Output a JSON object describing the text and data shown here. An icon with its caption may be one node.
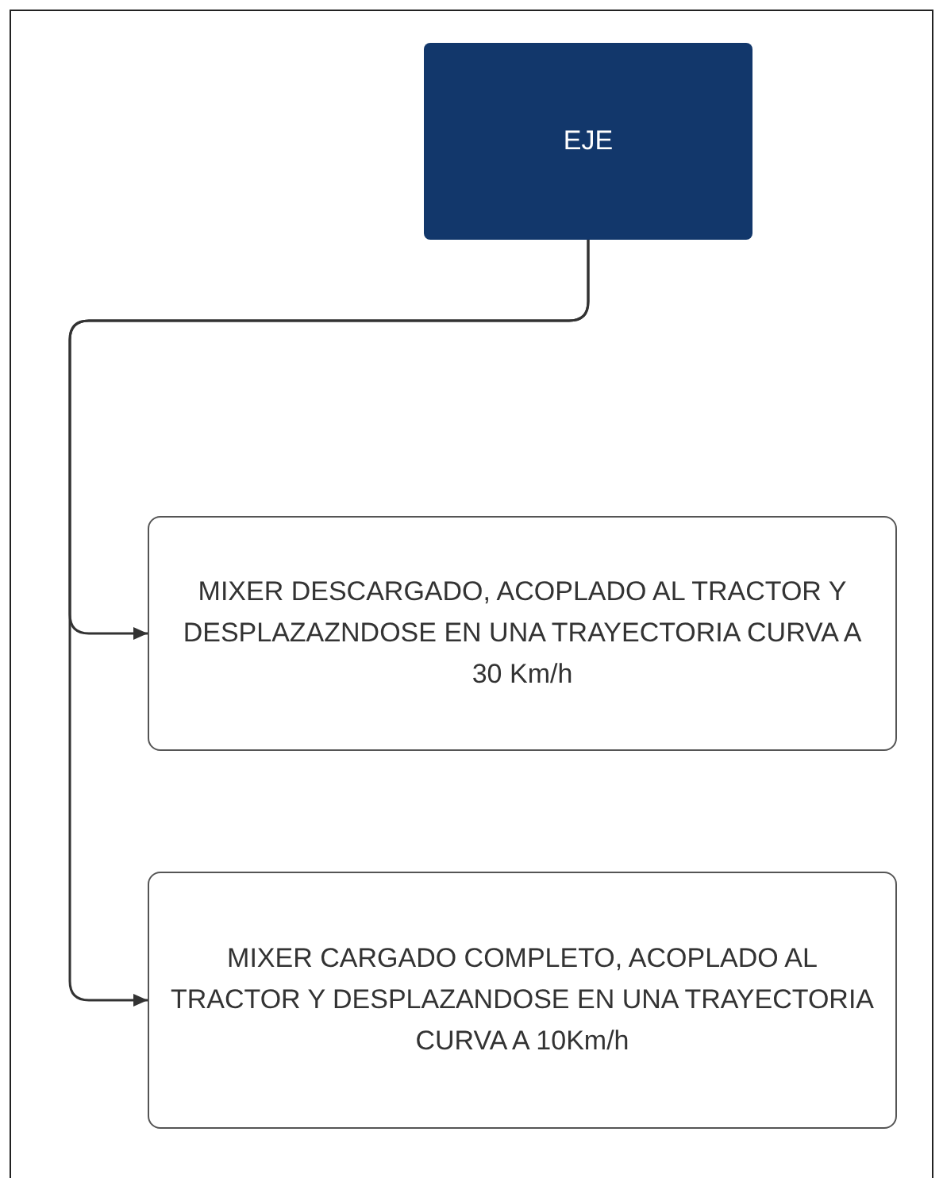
{
  "diagram": {
    "nodes": [
      {
        "text": [
          "EJE"
        ]
      },
      {
        "text": [
          "MIXER DESCARGADO, ACOPLADO AL TRACTOR Y DESPLAZAZNDOSE EN UNA TRAYECTORIA CURVA A 30 Km/h"
        ]
      },
      {
        "text": [
          "MIXER CARGADO COMPLETO, ACOPLADO AL TRACTOR Y DESPLAZANDOSE EN UNA TRAYECTORIA CURVA A 10Km/h"
        ]
      }
    ],
    "edges": [
      {
        "from": 0,
        "to": 1,
        "arrow": "to"
      },
      {
        "from": 0,
        "to": 2,
        "arrow": "to"
      }
    ]
  }
}
